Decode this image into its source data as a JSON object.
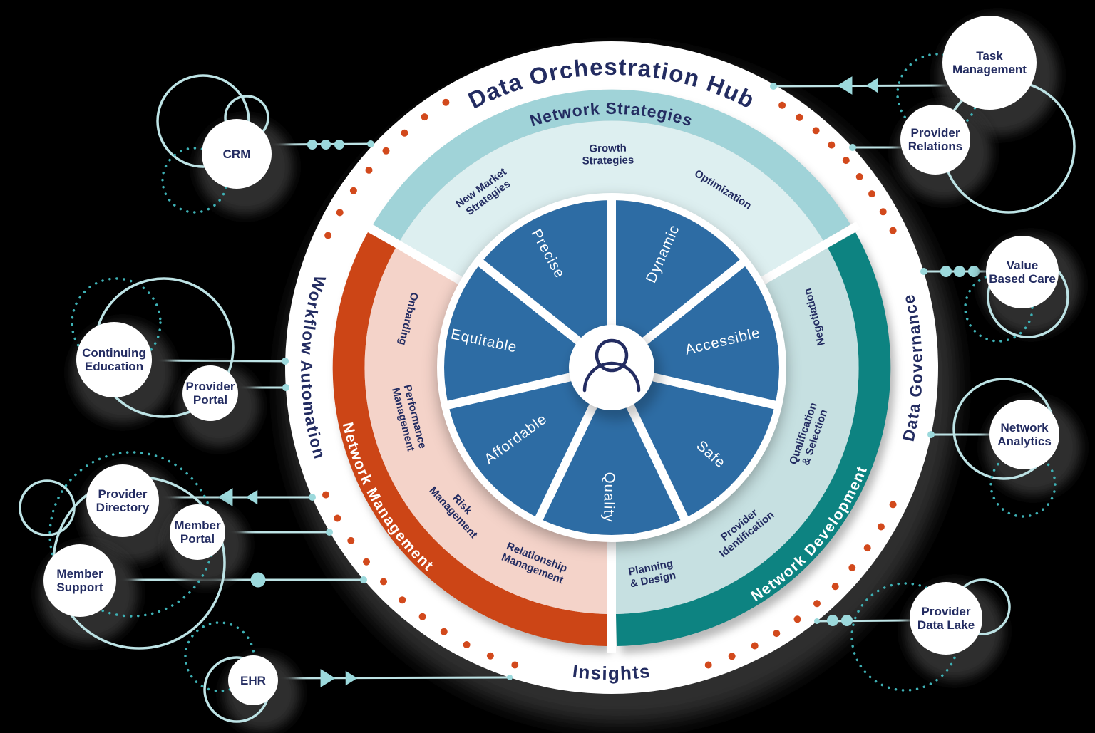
{
  "colors": {
    "background": "#000000",
    "navy": "#232c61",
    "blue": "#2d6ca4",
    "strategies_band": "#a0d3d8",
    "strategies_sub": "#ddeff0",
    "management_band": "#cc4516",
    "management_sub": "#f4d3c9",
    "development_band": "#0d8381",
    "development_sub": "#c6e0e1",
    "accent_dots": "#d2491c",
    "connector": "#bde3e5",
    "connector_accent": "#9cd9dc",
    "deco_dotted": "#3eb1b5",
    "shadow": "#2e2e2e"
  },
  "wheel": {
    "outer_labels": {
      "top": "Data Orchestration Hub",
      "left": "Workflow Automation",
      "right": "Data Governance",
      "bottom": "Insights"
    },
    "center_icon": "person-icon",
    "core_values": [
      "Precise",
      "Dynamic",
      "Accessible",
      "Safe",
      "Quality",
      "Affordable",
      "Equitable"
    ],
    "segments": [
      {
        "id": "network-strategies",
        "label": "Network Strategies",
        "items": [
          {
            "lines": [
              "New Market",
              "Strategies"
            ]
          },
          {
            "lines": [
              "Growth",
              "Strategies"
            ]
          },
          {
            "lines": [
              "Optimization"
            ]
          }
        ]
      },
      {
        "id": "network-development",
        "label": "Network Development",
        "items": [
          {
            "lines": [
              "Negotiation"
            ]
          },
          {
            "lines": [
              "Qualification",
              "& Selection"
            ]
          },
          {
            "lines": [
              "Provider",
              "Identification"
            ]
          },
          {
            "lines": [
              "Planning",
              "& Design"
            ]
          }
        ]
      },
      {
        "id": "network-management",
        "label": "Network Management",
        "items": [
          {
            "lines": [
              "Onbarding"
            ]
          },
          {
            "lines": [
              "Performance",
              "Management"
            ]
          },
          {
            "lines": [
              "Risk",
              "Management"
            ]
          },
          {
            "lines": [
              "Relationship",
              "Management"
            ]
          }
        ]
      }
    ]
  },
  "satellites": [
    {
      "id": "crm",
      "lines": [
        "CRM"
      ]
    },
    {
      "id": "task-management",
      "lines": [
        "Task",
        "Management"
      ]
    },
    {
      "id": "provider-relations",
      "lines": [
        "Provider",
        "Relations"
      ]
    },
    {
      "id": "value-based-care",
      "lines": [
        "Value",
        "Based Care"
      ]
    },
    {
      "id": "network-analytics",
      "lines": [
        "Network",
        "Analytics"
      ]
    },
    {
      "id": "provider-data-lake",
      "lines": [
        "Provider",
        "Data Lake"
      ]
    },
    {
      "id": "ehr",
      "lines": [
        "EHR"
      ]
    },
    {
      "id": "provider-directory",
      "lines": [
        "Provider",
        "Directory"
      ]
    },
    {
      "id": "member-portal",
      "lines": [
        "Member",
        "Portal"
      ]
    },
    {
      "id": "member-support",
      "lines": [
        "Member",
        "Support"
      ]
    },
    {
      "id": "continuing-education",
      "lines": [
        "Continuing",
        "Education"
      ]
    },
    {
      "id": "provider-portal",
      "lines": [
        "Provider",
        "Portal"
      ]
    }
  ]
}
